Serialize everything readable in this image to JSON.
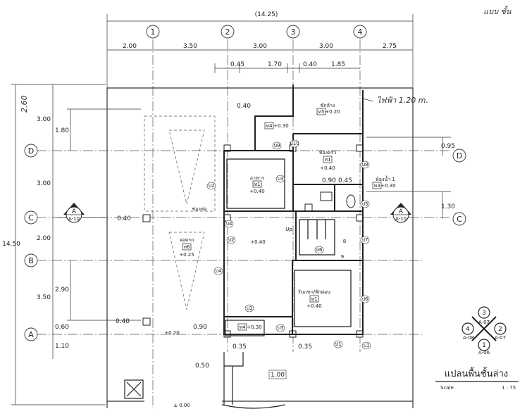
{
  "overall_width": "(14.25)",
  "overall_height": "14.50",
  "top_spans": [
    "2.00",
    "3.50",
    "3.00",
    "3.00",
    "2.75"
  ],
  "top_sub_dims": [
    "0.45",
    "1.70",
    "0.40",
    "1.85"
  ],
  "left_dims": [
    "3.00",
    "1.80",
    "3.00",
    "2.00",
    "3.50",
    "2.90",
    "0.60",
    "1.10"
  ],
  "right_dims": [
    "0.95",
    "1.30"
  ],
  "grid_columns": [
    "1",
    "2",
    "3",
    "4"
  ],
  "grid_rows": [
    "D",
    "C",
    "B",
    "A"
  ],
  "rooms": [
    {
      "name": "ซักล้าง",
      "tag": "ท5",
      "level": "+0.20"
    },
    {
      "name": "อาหาร",
      "tag": "ท1",
      "level": "+0.40"
    },
    {
      "name": "ห้องครัว",
      "tag": "ท1",
      "level": "+0.40"
    },
    {
      "name": "ห้องน้ำ 1",
      "tag": "ท3",
      "level": "+0.30"
    },
    {
      "name": "จอดรถ",
      "tag": "ท6",
      "level": "+0.25"
    },
    {
      "name": "รับแขก/พักผ่อน",
      "tag": "ท1",
      "level": "+0.40"
    }
  ],
  "labels": {
    "t4_030_a": "+0.30",
    "t4_030_b": "+0.30",
    "chong_to": "ช่องท่อ",
    "stair_level": "+0.40",
    "entry_level": "+0.20",
    "ground_level": "± 0.00",
    "up_label": "Up",
    "t4_tag": "ท4",
    "stair_num_8": "8",
    "stair_num_9": "9",
    "d040a": "0.40",
    "d040b": "0.40",
    "d040c": "0.40",
    "d090a": "0.90",
    "d045": "0.45",
    "d090b": "0.90",
    "d035a": "0.35",
    "d035b": "0.35",
    "d050": "0.50",
    "d100": "1.00",
    "d120": "1.20"
  },
  "section_markers": [
    {
      "letter": "A",
      "sheet": "A-10"
    },
    {
      "letter": "A",
      "sheet": "A-10"
    }
  ],
  "compass": {
    "top": "3",
    "top_sheet": "A-07",
    "left": "4",
    "left_sheet": "A-08",
    "right": "2",
    "right_sheet": "A-07",
    "bottom": "1",
    "bottom_sheet": "A-06"
  },
  "door_tags": [
    "ป2",
    "ป2",
    "ป3",
    "ป3",
    "ป1",
    "ป1",
    "ป8",
    "ป6",
    "ป5",
    "ป7",
    "ป4",
    "ป4",
    "ป6",
    "ป9",
    "ป1",
    "ป10"
  ],
  "title": {
    "name": "แปลนพื้นชั้นล่าง",
    "scale_label": "Scale",
    "scale_value": "1 : 75"
  },
  "handwritten": {
    "corner_note": "แบบ ชั้น",
    "left_note": "2.60",
    "top_right_note": "ไฟฟ้า 1.20 m."
  }
}
